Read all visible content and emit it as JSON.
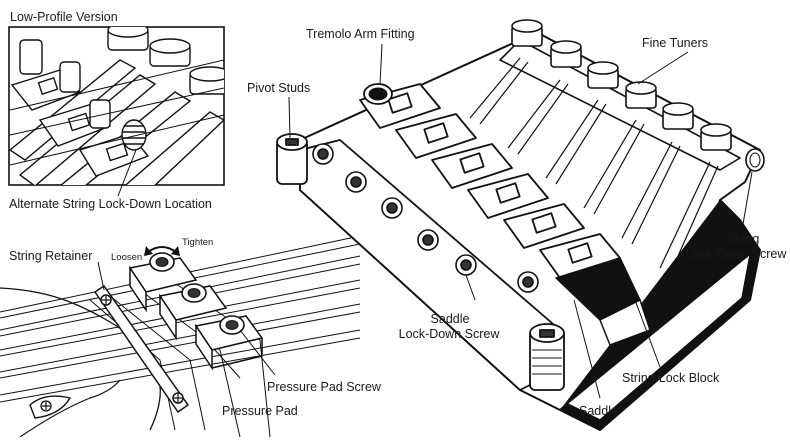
{
  "inset": {
    "title": "Low-Profile Version",
    "caption": "Alternate String Lock-Down Location"
  },
  "nut": {
    "string_retainer": "String Retainer",
    "loosen": "Loosen",
    "tighten": "Tighten",
    "pressure_pad": "Pressure Pad",
    "pressure_pad_screw": "Pressure Pad Screw"
  },
  "bridge": {
    "pivot_studs": "Pivot Studs",
    "tremolo_arm_fitting": "Tremolo Arm Fitting",
    "fine_tuners": "Fine Tuners",
    "string_lockdown_line1": "String",
    "string_lockdown_line2": "Lock-Down Screw",
    "saddle_lockdown_line1": "Saddle",
    "saddle_lockdown_line2": "Lock-Down Screw",
    "string_lock_block": "String-Lock Block",
    "saddle": "Saddle"
  }
}
